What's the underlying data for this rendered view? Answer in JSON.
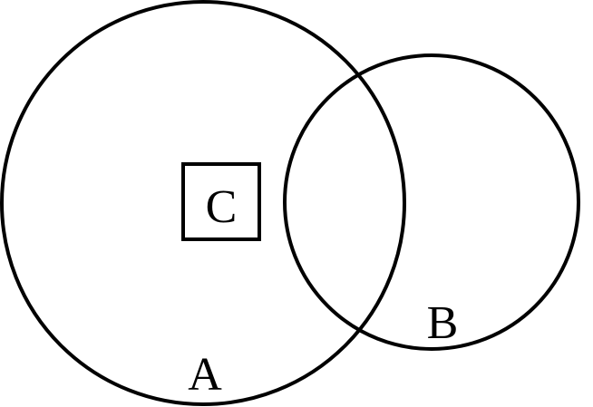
{
  "diagram": {
    "colors": {
      "stroke": "#000000",
      "background": "#ffffff",
      "text": "#000000"
    },
    "labels": {
      "set_a": "A",
      "set_b": "B",
      "set_c": "C"
    }
  }
}
